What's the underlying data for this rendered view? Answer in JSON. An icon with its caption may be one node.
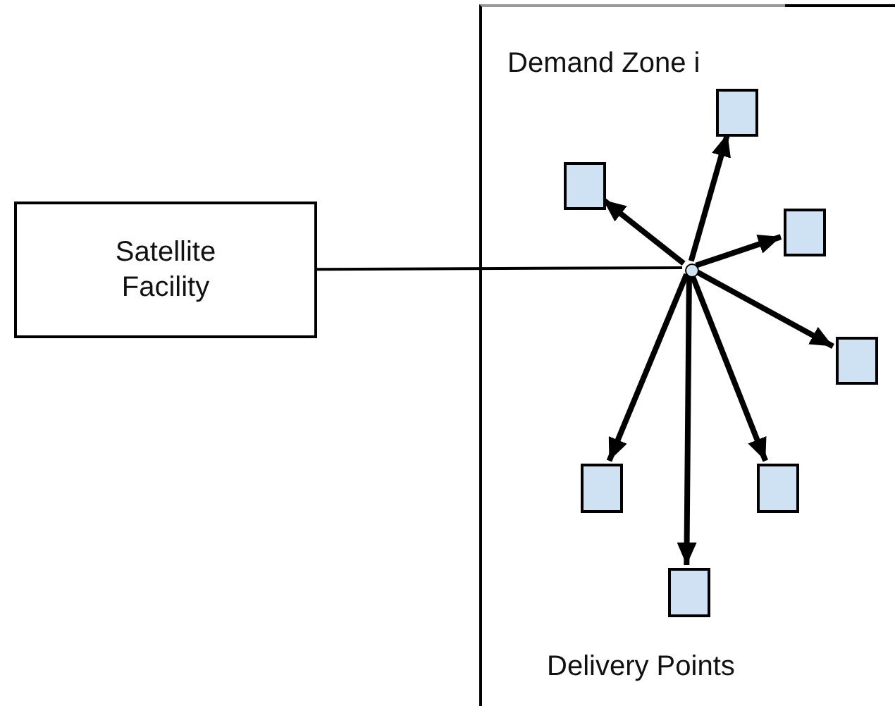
{
  "diagram": {
    "nodes": [
      {
        "text": [
          "Satellite Facility"
        ]
      },
      {
        "text": [
          "Demand Zone i",
          "Delivery Points"
        ]
      },
      {
        "text": [],
        "shape": "circle",
        "in": 1
      },
      {
        "text": [],
        "shape": "box",
        "in": 1
      },
      {
        "text": [],
        "shape": "box",
        "in": 1
      },
      {
        "text": [],
        "shape": "box",
        "in": 1
      },
      {
        "text": [],
        "shape": "box",
        "in": 1
      },
      {
        "text": [],
        "shape": "box",
        "in": 1
      },
      {
        "text": [],
        "shape": "box",
        "in": 1
      },
      {
        "text": [],
        "shape": "box",
        "in": 1
      }
    ],
    "edges": [
      {
        "from": 0,
        "to": 2,
        "arrow": "none"
      },
      {
        "from": 2,
        "to": 3,
        "arrow": "to"
      },
      {
        "from": 2,
        "to": 4,
        "arrow": "to"
      },
      {
        "from": 2,
        "to": 5,
        "arrow": "to"
      },
      {
        "from": 2,
        "to": 6,
        "arrow": "to"
      },
      {
        "from": 2,
        "to": 7,
        "arrow": "to"
      },
      {
        "from": 2,
        "to": 8,
        "arrow": "to"
      },
      {
        "from": 2,
        "to": 9,
        "arrow": "to"
      }
    ]
  }
}
